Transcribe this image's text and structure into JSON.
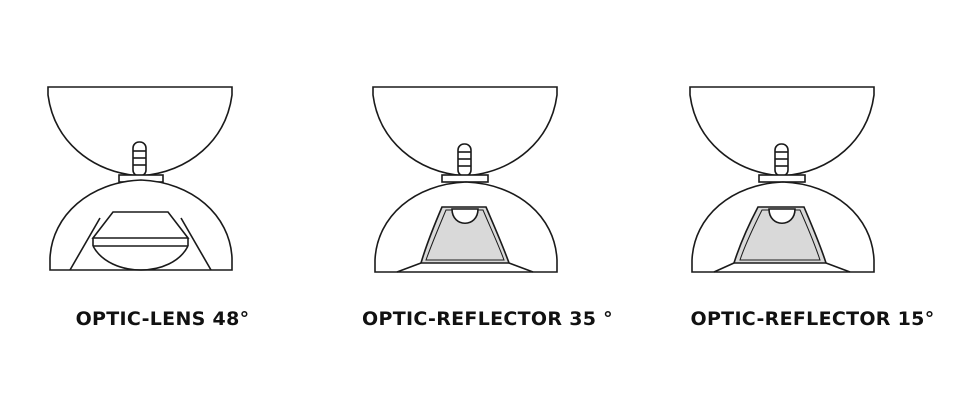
{
  "colors": {
    "stroke": "#1a1a1a",
    "reflector_fill": "#d9d9d9",
    "background": "#ffffff"
  },
  "diagrams": [
    {
      "caption": "OPTIC-LENS 48°",
      "optic": "lens"
    },
    {
      "caption": "OPTIC-REFLECTOR 35 °",
      "optic": "reflector"
    },
    {
      "caption": "OPTIC-REFLECTOR 15°",
      "optic": "reflector"
    }
  ]
}
